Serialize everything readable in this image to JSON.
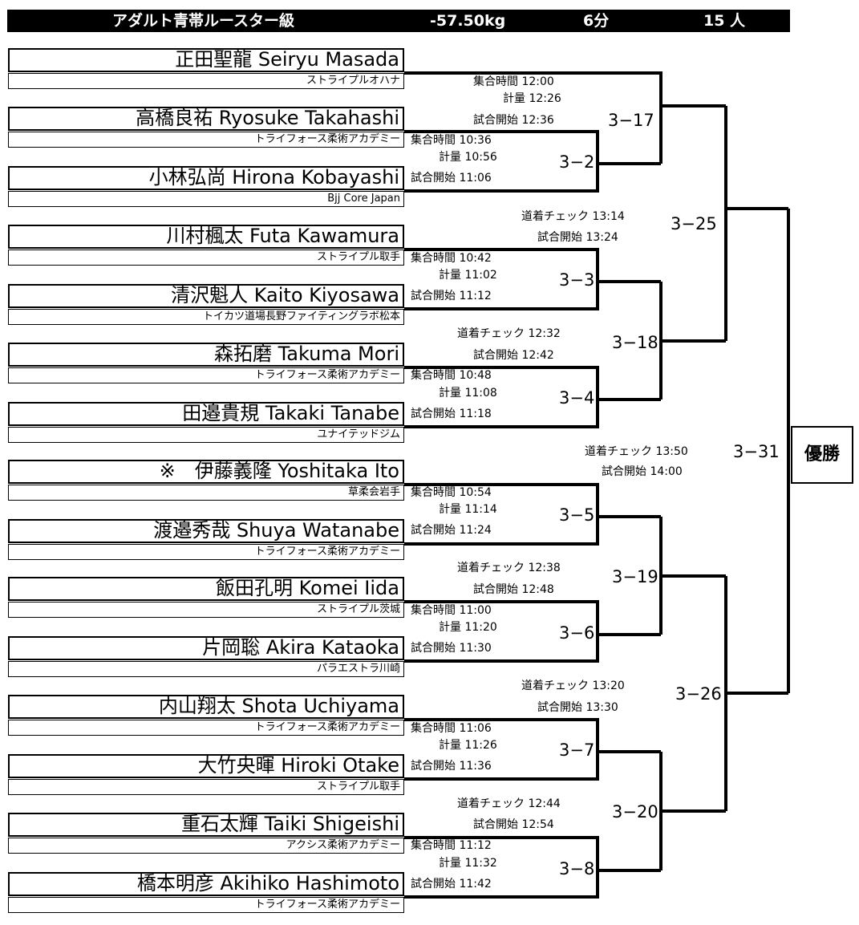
{
  "header": {
    "division": "アダルト青帯ルースター級",
    "weight": "-57.50kg",
    "duration": "6分",
    "count": "15 人"
  },
  "competitors": [
    {
      "name": "正田聖龍 Seiryu Masada",
      "team": "ストライプルオハナ"
    },
    {
      "name": "高橋良祐 Ryosuke Takahashi",
      "team": "トライフォース柔術アカデミー"
    },
    {
      "name": "小林弘尚 Hirona Kobayashi",
      "team": "Bjj Core Japan"
    },
    {
      "name": "川村楓太 Futa Kawamura",
      "team": "ストライプル取手"
    },
    {
      "name": "清沢魁人 Kaito Kiyosawa",
      "team": "トイカツ道場長野ファイティングラボ松本"
    },
    {
      "name": "森拓磨 Takuma Mori",
      "team": "トライフォース柔術アカデミー"
    },
    {
      "name": "田邉貴規 Takaki Tanabe",
      "team": "ユナイテッドジム"
    },
    {
      "name": "※　伊藤義隆 Yoshitaka Ito",
      "team": "草柔会岩手"
    },
    {
      "name": "渡邉秀哉 Shuya Watanabe",
      "team": "トライフォース柔術アカデミー"
    },
    {
      "name": "飯田孔明 Komei Iida",
      "team": "ストライプル茨城"
    },
    {
      "name": "片岡聡 Akira Kataoka",
      "team": "パラエストラ川崎"
    },
    {
      "name": "内山翔太 Shota Uchiyama",
      "team": "トライフォース柔術アカデミー"
    },
    {
      "name": "大竹央暉 Hiroki Otake",
      "team": "ストライプル取手"
    },
    {
      "name": "重石太輝 Taiki Shigeishi",
      "team": "アクシス柔術アカデミー"
    },
    {
      "name": "橋本明彦 Akihiko Hashimoto",
      "team": "トライフォース柔術アカデミー"
    }
  ],
  "bouts": [
    "3−2",
    "3−3",
    "3−4",
    "3−5",
    "3−6",
    "3−7",
    "3−8",
    "3−17",
    "3−18",
    "3−19",
    "3−20",
    "3−25",
    "3−26",
    "3−31"
  ],
  "times": [
    "集合時間 12:00",
    "計量 12:26",
    "試合開始 12:36",
    "集合時間 10:36",
    "計量 10:56",
    "試合開始 11:06",
    "道着チェック 13:14",
    "試合開始 13:24",
    "集合時間 10:42",
    "計量 11:02",
    "試合開始 11:12",
    "道着チェック 12:32",
    "試合開始 12:42",
    "集合時間 10:48",
    "計量 11:08",
    "試合開始 11:18",
    "道着チェック 13:50",
    "試合開始 14:00",
    "集合時間 10:54",
    "計量 11:14",
    "試合開始 11:24",
    "道着チェック 12:38",
    "試合開始 12:48",
    "集合時間 11:00",
    "計量 11:20",
    "試合開始 11:30",
    "道着チェック 13:20",
    "試合開始 13:30",
    "集合時間 11:06",
    "計量 11:26",
    "試合開始 11:36",
    "道着チェック 12:44",
    "試合開始 12:54",
    "集合時間 11:12",
    "計量 11:32",
    "試合開始 11:42"
  ],
  "champion_label": "優勝"
}
